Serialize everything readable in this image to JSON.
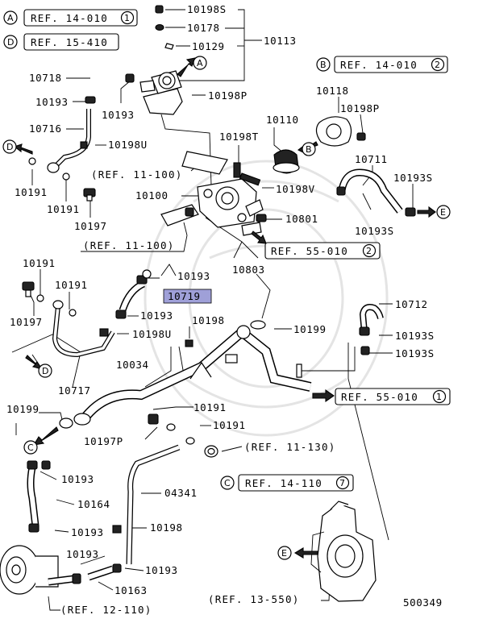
{
  "diagram_code": "500349",
  "legend": [
    {
      "letter": "A",
      "ref": "REF. 14-010",
      "suffix": "1"
    },
    {
      "letter": "D",
      "ref": "REF. 15-410",
      "suffix": ""
    },
    {
      "letter": "B",
      "ref": "REF. 14-010",
      "suffix": "2"
    },
    {
      "letter": "C",
      "ref": "REF. 14-110",
      "suffix": "7"
    }
  ],
  "flow_refs": [
    {
      "ref": "REF. 55-010",
      "suffix": "2"
    },
    {
      "ref": "REF. 55-010",
      "suffix": "1"
    }
  ],
  "plain_refs": [
    "(REF. 11-100)",
    "(REF. 11-100)",
    "(REF. 11-130)",
    "(REF. 13-550)",
    "(REF. 12-110)"
  ],
  "arrow_letters": [
    "A",
    "B",
    "C",
    "D",
    "D",
    "E",
    "E"
  ],
  "part_numbers": [
    "10198S",
    "10178",
    "10129",
    "10113",
    "10718",
    "10193",
    "10193",
    "10198P",
    "10716",
    "10198U",
    "10191",
    "10191",
    "10197",
    "10118",
    "10198P",
    "10110",
    "10198T",
    "10100",
    "10198V",
    "10711",
    "10193S",
    "10193S",
    "10801",
    "10803",
    "10191",
    "10193",
    "10191",
    "10719",
    "10193",
    "10197",
    "10198U",
    "10198",
    "10199",
    "10717",
    "10712",
    "10193S",
    "10193S",
    "10034",
    "10199",
    "10191",
    "10191",
    "10197P",
    "10193",
    "10164",
    "04341",
    "10193",
    "10198",
    "10193",
    "10193",
    "10163"
  ],
  "highlighted_part": "10719"
}
